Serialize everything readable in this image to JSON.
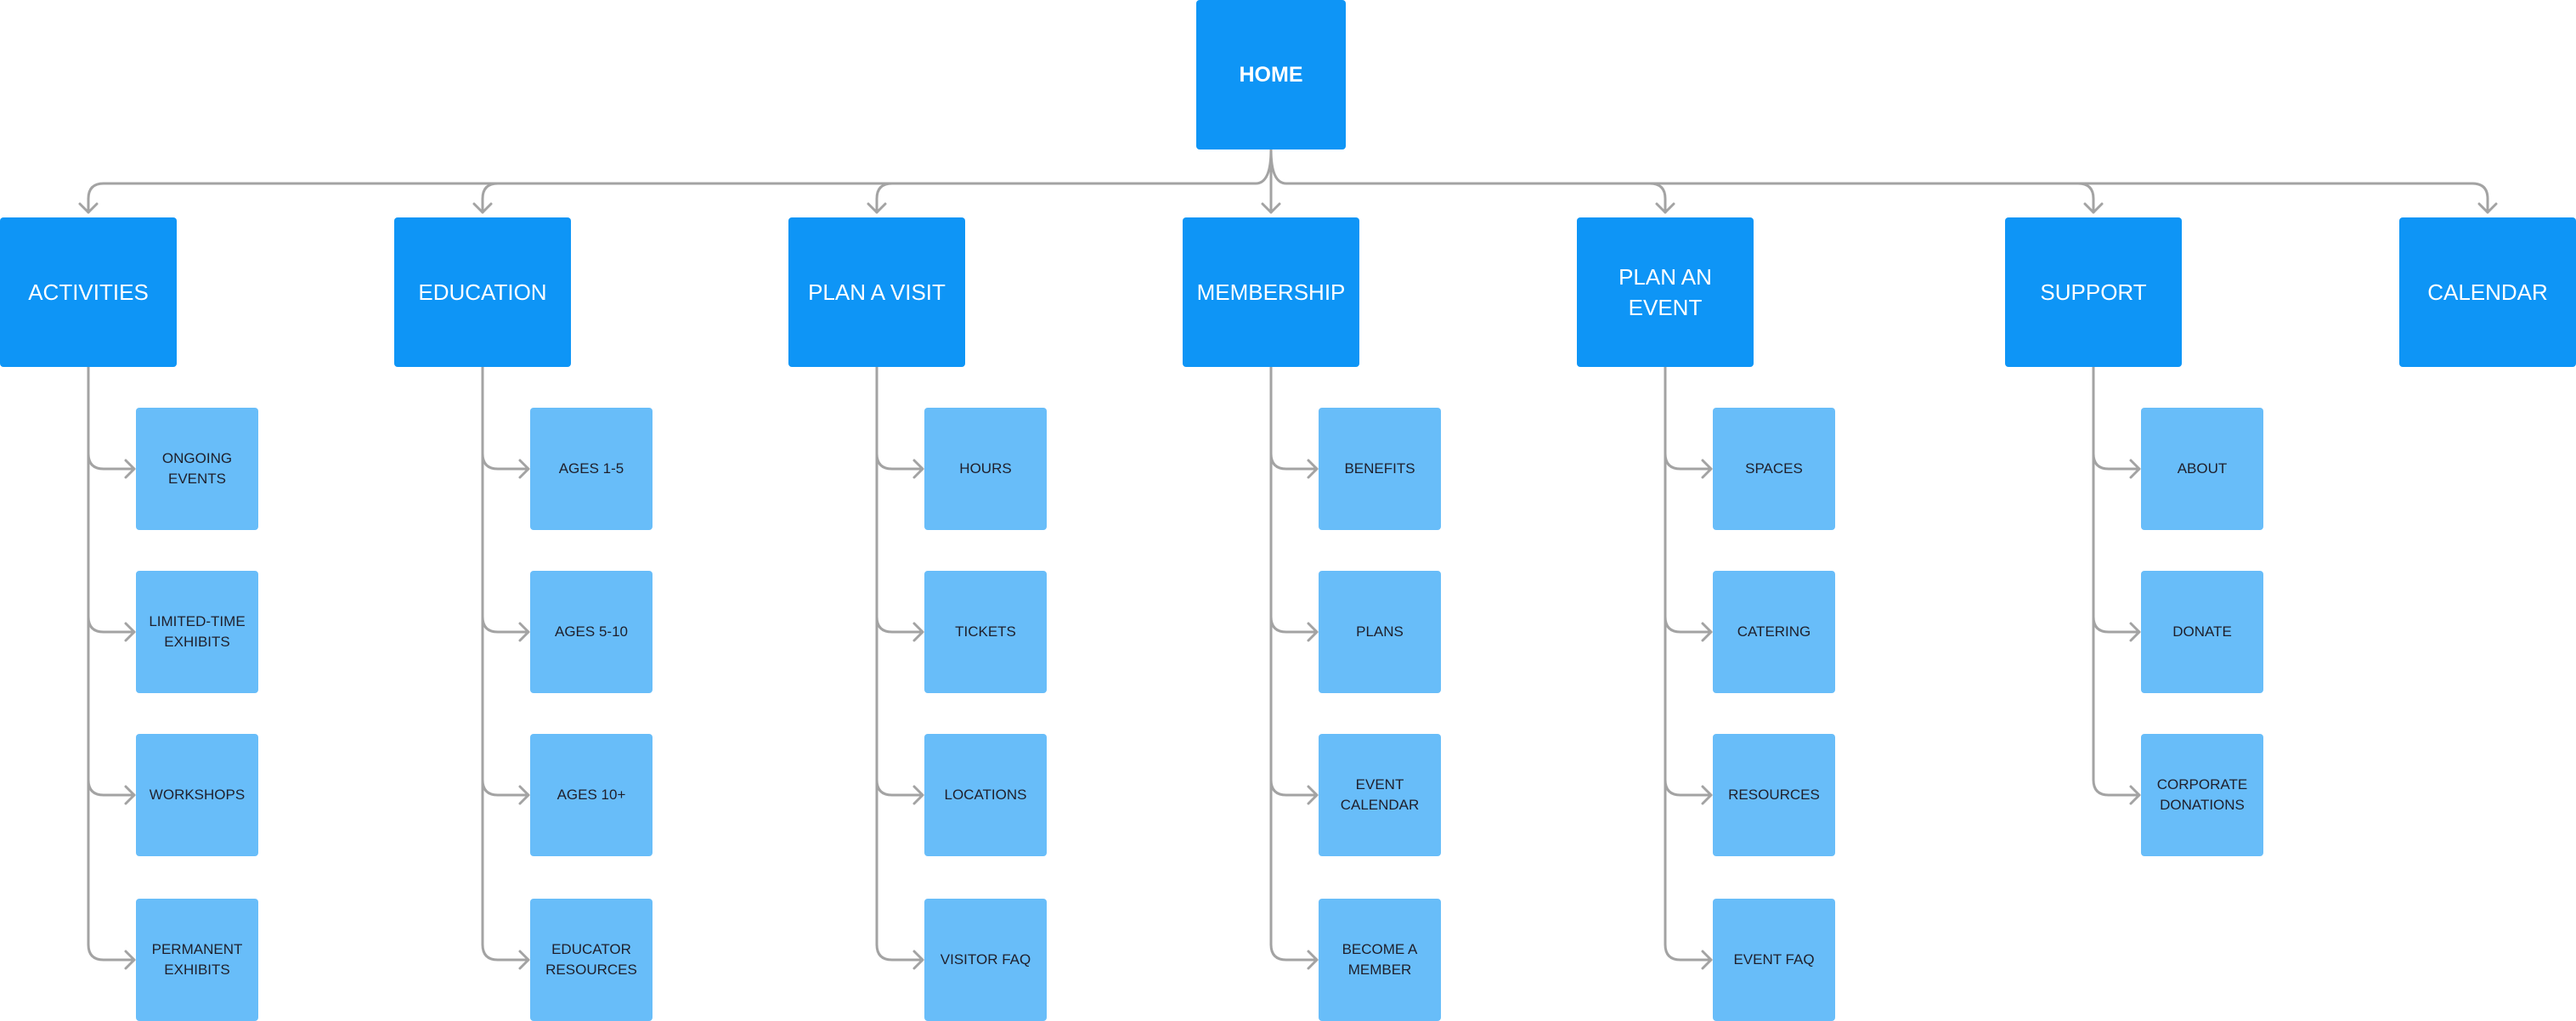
{
  "root": {
    "label": "HOME"
  },
  "columns": [
    {
      "label": "ACTIVITIES",
      "children": [
        "ONGOING EVENTS",
        "LIMITED-TIME EXHIBITS",
        "WORKSHOPS",
        "PERMANENT EXHIBITS"
      ]
    },
    {
      "label": "EDUCATION",
      "children": [
        "AGES 1-5",
        "AGES 5-10",
        "AGES 10+",
        "EDUCATOR RESOURCES"
      ]
    },
    {
      "label": "PLAN A VISIT",
      "children": [
        "HOURS",
        "TICKETS",
        "LOCATIONS",
        "VISITOR FAQ"
      ]
    },
    {
      "label": "MEMBERSHIP",
      "children": [
        "BENEFITS",
        "PLANS",
        "EVENT CALENDAR",
        "BECOME A MEMBER"
      ]
    },
    {
      "label": "PLAN AN EVENT",
      "children": [
        "SPACES",
        "CATERING",
        "RESOURCES",
        "EVENT FAQ"
      ]
    },
    {
      "label": "SUPPORT",
      "children": [
        "ABOUT",
        "DONATE",
        "CORPORATE DONATIONS"
      ]
    },
    {
      "label": "CALENDAR",
      "children": []
    }
  ],
  "colors": {
    "primary": "#0e95f6",
    "secondary": "#68bdf9",
    "connector": "#a3a3a3",
    "primary_text": "#ffffff",
    "secondary_text": "#1f1f2b"
  }
}
